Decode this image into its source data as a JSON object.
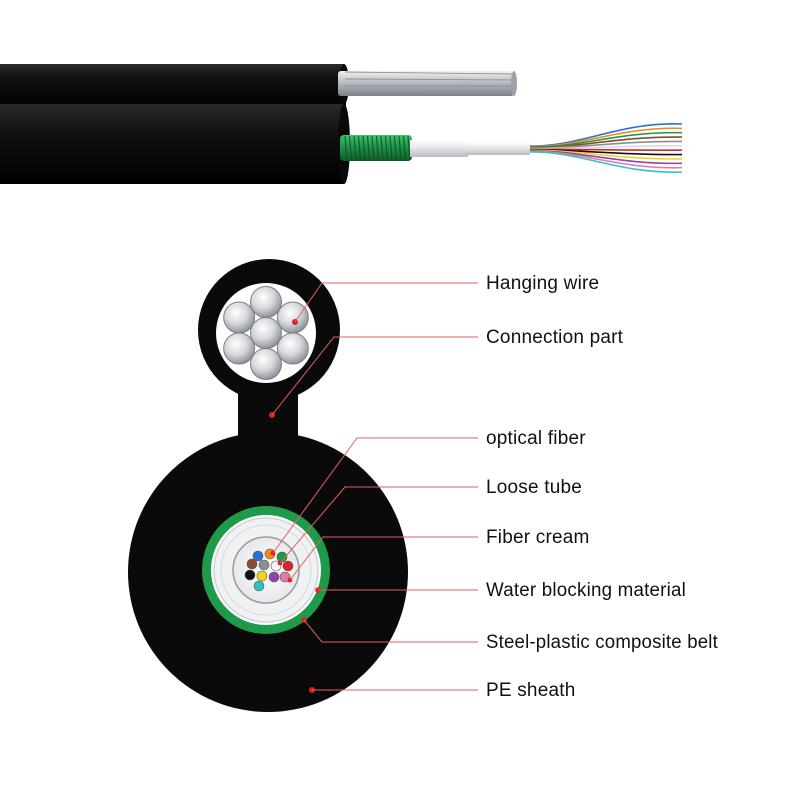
{
  "labels": {
    "hanging_wire": "Hanging wire",
    "connection_part": "Connection part",
    "optical_fiber": "optical fiber",
    "loose_tube": "Loose tube",
    "fiber_cream": "Fiber cream",
    "water_blocking_material": "Water blocking material",
    "steel_plastic_belt": "Steel-plastic composite belt",
    "pe_sheath": "PE sheath"
  },
  "colors": {
    "sheath": "#0a0a0a",
    "steel_wire": "#c8cbd0",
    "armor_green": "#1f9a4a",
    "leader_line": "#e06060",
    "pointer_dot": "#e02020",
    "tube_fill": "#f4f4f4"
  },
  "fiber_colors": [
    "#2a6fd6",
    "#f08a1c",
    "#1f9a4a",
    "#8b4a2b",
    "#8a8f96",
    "#f7f7f7",
    "#d8262e",
    "#111111",
    "#f2d21a",
    "#8e44ad",
    "#e07aa7",
    "#2ec4c4"
  ]
}
